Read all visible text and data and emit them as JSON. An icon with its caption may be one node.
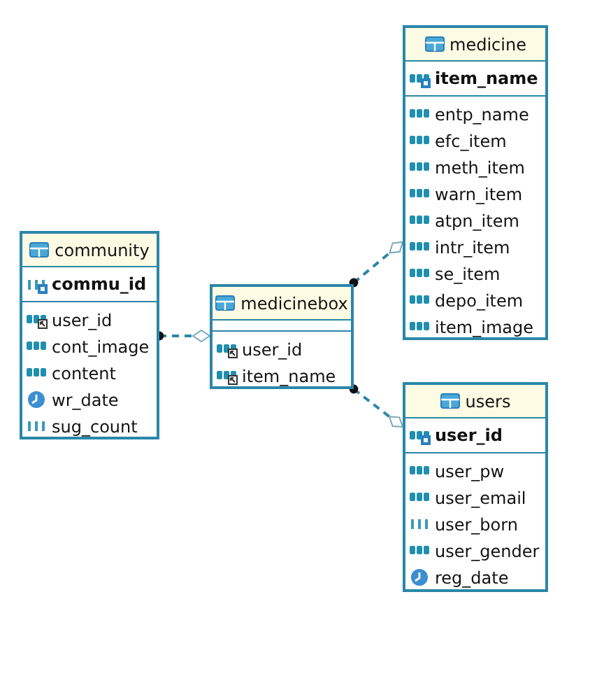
{
  "diagram": {
    "nodes": [
      {
        "text": [
          "medicine",
          "item_name",
          "entp_name",
          "efc_item",
          "meth_item",
          "warn_item",
          "atpn_item",
          "intr_item",
          "se_item",
          "depo_item",
          "item_image"
        ]
      },
      {
        "text": [
          "community",
          "commu_id",
          "user_id",
          "cont_image",
          "content",
          "wr_date",
          "sug_count"
        ]
      },
      {
        "text": [
          "medicinebox",
          "user_id",
          "item_name"
        ]
      },
      {
        "text": [
          "users",
          "user_id",
          "user_pw",
          "user_email",
          "user_born",
          "user_gender",
          "reg_date"
        ]
      }
    ],
    "edges": [
      {
        "from": 1,
        "to": 2,
        "arrow": "other",
        "style": "dashed"
      },
      {
        "from": 2,
        "to": 0,
        "arrow": "other",
        "style": "dashed"
      },
      {
        "from": 2,
        "to": 3,
        "arrow": "other",
        "style": "dashed"
      }
    ]
  }
}
